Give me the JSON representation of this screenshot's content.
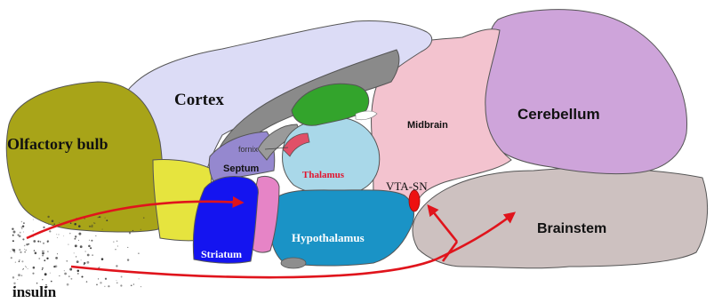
{
  "labels": {
    "cortex": "Cortex",
    "olfactory_bulb": "Olfactory bulb",
    "septum": "Septum",
    "fornix": "fornix",
    "thalamus": "Thalamus",
    "midbrain": "Midbrain",
    "cerebellum": "Cerebellum",
    "vta_sn": "VTA-SN",
    "brainstem": "Brainstem",
    "hypothalamus": "Hypothalamus",
    "striatum": "Striatum",
    "insulin": "insulin"
  },
  "colors": {
    "cortex": "#dcdcf6",
    "olfactory_bulb": "#a8a418",
    "midbrain": "#f3c3cf",
    "cerebellum": "#cea4da",
    "brainstem": "#cdc1c0",
    "thalamus": "#a9d8e9",
    "hypothalamus": "#1a93c6",
    "striatum": "#1414f0",
    "septum": "#9588cf",
    "green_region": "#33a42c",
    "pink_strip": "#e684c6",
    "yellow_region": "#e6e43e",
    "gray_band": "#8a8a8a",
    "arrow": "#e0141c",
    "vta_sn_dot": "#ee1010"
  }
}
